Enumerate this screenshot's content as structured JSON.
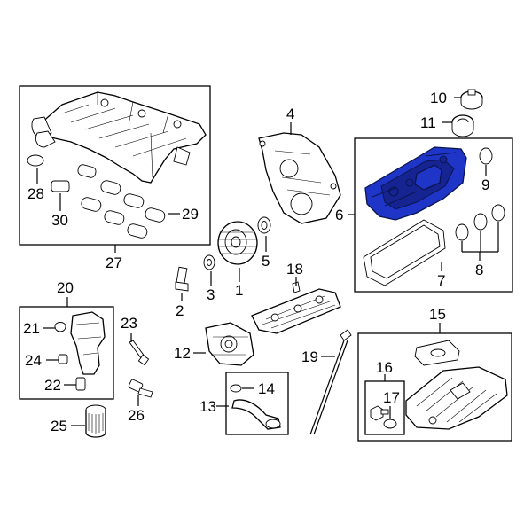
{
  "callouts": {
    "c1": "1",
    "c2": "2",
    "c3": "3",
    "c4": "4",
    "c5": "5",
    "c6": "6",
    "c7": "7",
    "c8": "8",
    "c9": "9",
    "c10": "10",
    "c11": "11",
    "c12": "12",
    "c13": "13",
    "c14": "14",
    "c15": "15",
    "c16": "16",
    "c17": "17",
    "c18": "18",
    "c19": "19",
    "c20": "20",
    "c21": "21",
    "c22": "22",
    "c23": "23",
    "c24": "24",
    "c25": "25",
    "c26": "26",
    "c27": "27",
    "c28": "28",
    "c29": "29",
    "c30": "30"
  },
  "colors": {
    "highlight": "#1f35c7",
    "line": "#000000",
    "background": "#ffffff"
  }
}
